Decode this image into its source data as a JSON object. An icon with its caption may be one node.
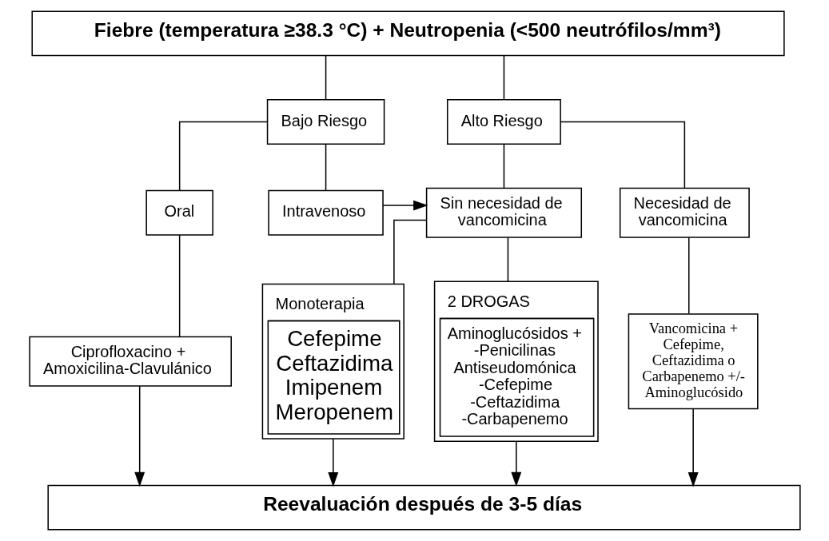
{
  "diagram": {
    "nodes": [
      {
        "text": [
          "Fiebre (temperatura ≥38.3 °C) + Neutropenia (<500 neutrófilos/mm³)"
        ]
      },
      {
        "text": [
          "Bajo Riesgo"
        ]
      },
      {
        "text": [
          "Alto Riesgo"
        ]
      },
      {
        "text": [
          "Oral"
        ]
      },
      {
        "text": [
          "Intravenoso"
        ]
      },
      {
        "text": [
          "Sin necesidad de vancomicina"
        ]
      },
      {
        "text": [
          "Necesidad de vancomicina"
        ]
      },
      {
        "text": [
          "Ciprofloxacino + Amoxicilina-Clavulánico"
        ]
      },
      {
        "text": [
          "Monoterapia",
          "Cefepime Ceftazidima Imipenem Meropenem"
        ]
      },
      {
        "text": [
          "2 DROGAS",
          "Aminoglucósidos + -Penicilinas Antiseudomónica -Cefepime -Ceftazidima -Carbapenemo"
        ]
      },
      {
        "text": [
          "Vancomicina + Cefepime, Ceftazidima o Carbapenemo +/- Aminoglucósido"
        ]
      },
      {
        "text": [
          "Reevaluación después de 3-5 días"
        ]
      }
    ],
    "edges": [
      {
        "from": 0,
        "to": 1,
        "arrow": "none"
      },
      {
        "from": 0,
        "to": 2,
        "arrow": "none"
      },
      {
        "from": 1,
        "to": 3,
        "arrow": "none"
      },
      {
        "from": 1,
        "to": 4,
        "arrow": "none"
      },
      {
        "from": 2,
        "to": 5,
        "arrow": "none"
      },
      {
        "from": 2,
        "to": 6,
        "arrow": "none"
      },
      {
        "from": 4,
        "to": 5,
        "arrow": "to"
      },
      {
        "from": 3,
        "to": 7,
        "arrow": "none"
      },
      {
        "from": 5,
        "to": 8,
        "arrow": "none"
      },
      {
        "from": 5,
        "to": 9,
        "arrow": "none"
      },
      {
        "from": 6,
        "to": 10,
        "arrow": "none"
      },
      {
        "from": 7,
        "to": 11,
        "arrow": "to"
      },
      {
        "from": 8,
        "to": 11,
        "arrow": "to"
      },
      {
        "from": 9,
        "to": 11,
        "arrow": "to"
      },
      {
        "from": 10,
        "to": 11,
        "arrow": "to"
      }
    ]
  }
}
